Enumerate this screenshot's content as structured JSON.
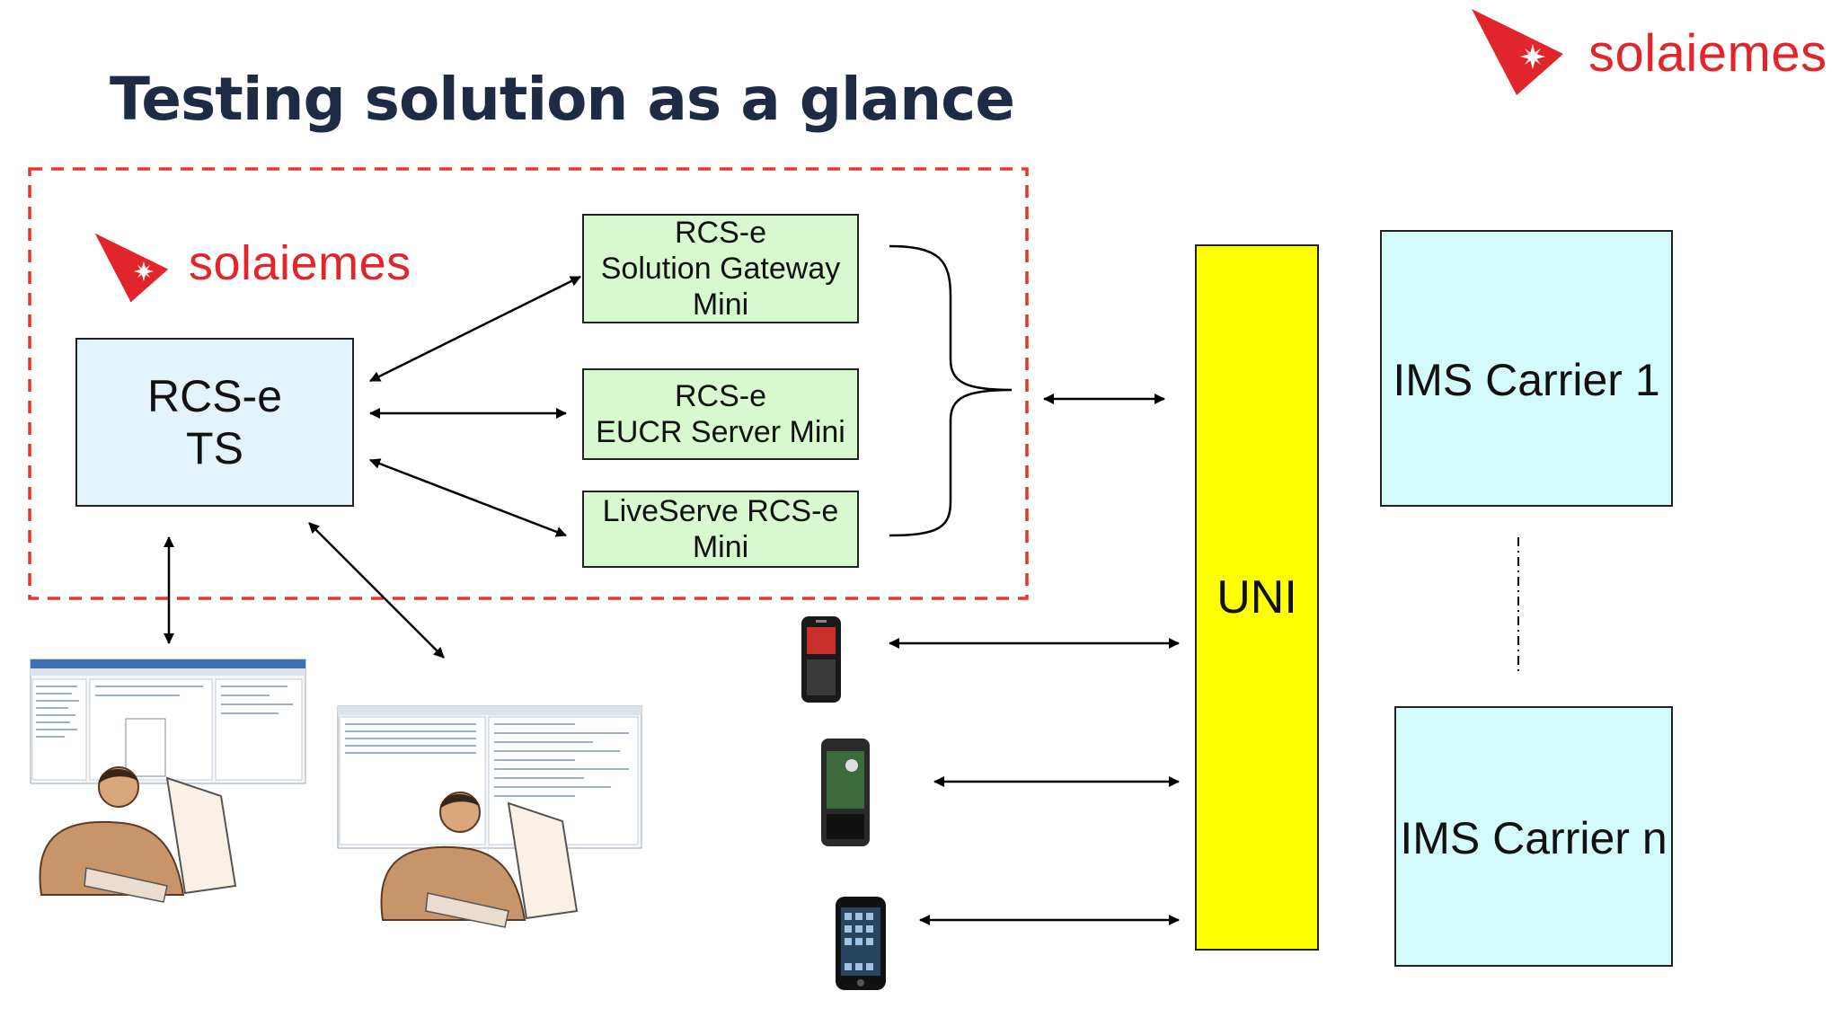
{
  "slide": {
    "title": "Testing solution as a glance",
    "brand_text": "solaiemes",
    "brand_color": "#e0262b"
  },
  "testing_area": {
    "brand_text": "solaiemes",
    "border_color": "#e8372c"
  },
  "nodes": {
    "rcs_ts": "RCS-e\nTS",
    "gateway": "RCS-e\nSolution Gateway\nMini",
    "eucr": "RCS-e\nEUCR Server Mini",
    "liveserve": "LiveServe RCS-e\nMini",
    "uni": "UNI",
    "carrier_1": "IMS Carrier 1",
    "carrier_n": "IMS Carrier n"
  },
  "colors": {
    "module_fill": "#d8f8d0",
    "ts_fill": "#e2f3fb",
    "carrier_fill": "#d4fbfb",
    "uni_fill": "#ffff00"
  },
  "icons": [
    "solaiemes-logo-icon",
    "app-screenshot",
    "user-at-computer",
    "mobile-phone-icon",
    "smartphone-icon",
    "iphone-icon"
  ]
}
